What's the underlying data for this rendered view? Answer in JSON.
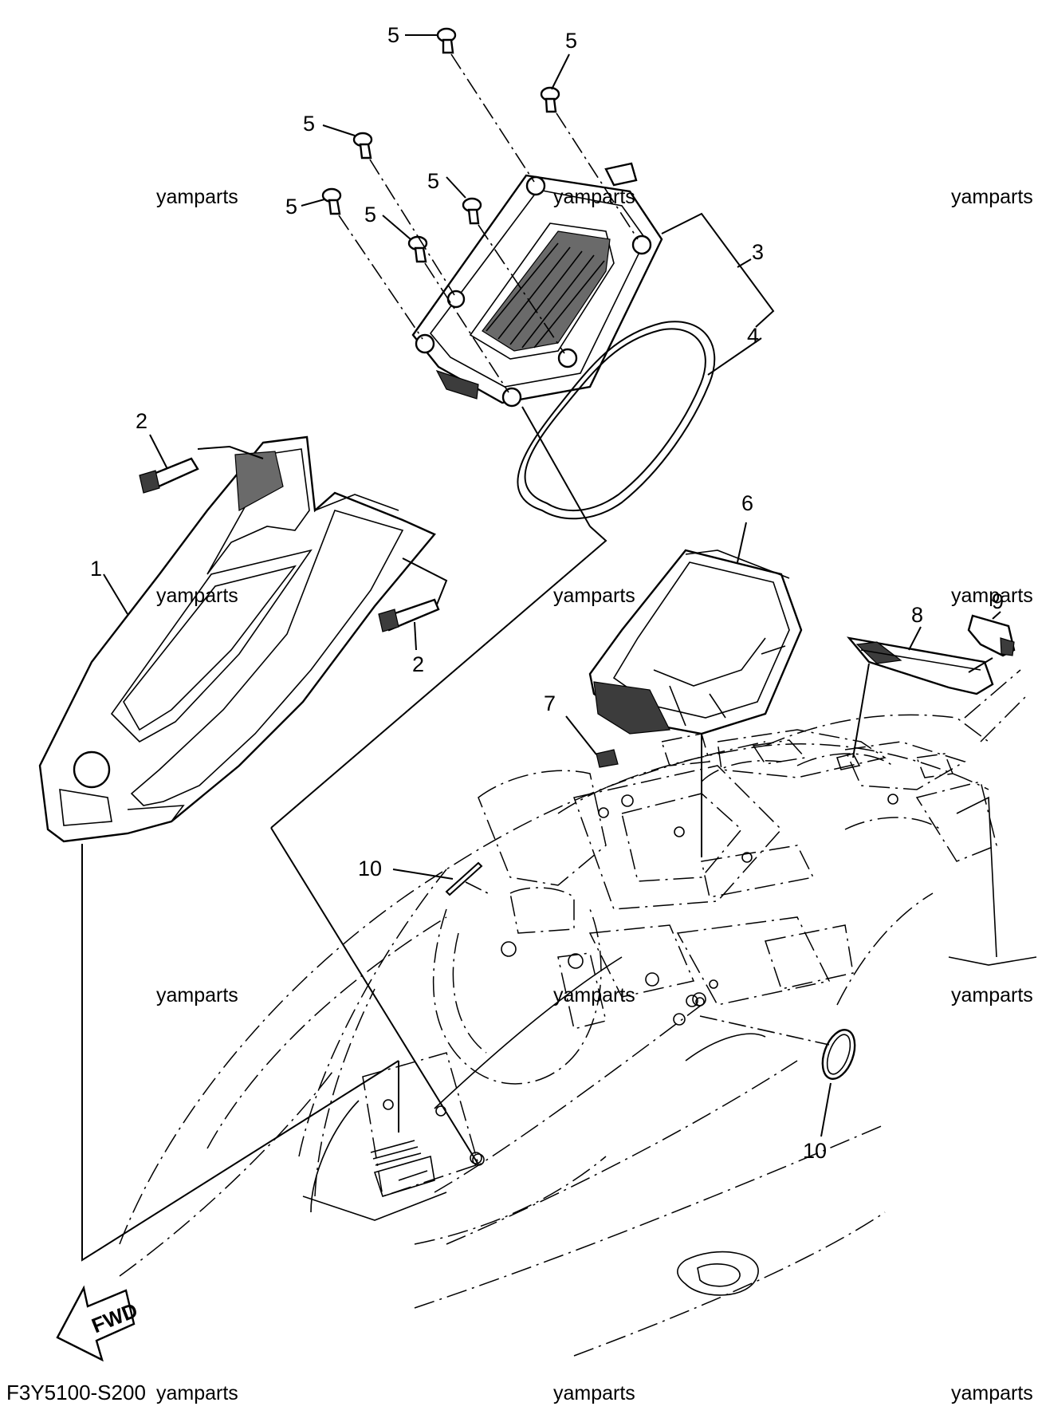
{
  "diagram": {
    "code": "F3Y5100-S200",
    "watermark": "yamparts",
    "direction_label": "FWD",
    "callouts": {
      "p1": "1",
      "p2a": "2",
      "p2b": "2",
      "p3": "3",
      "p4": "4",
      "p5a": "5",
      "p5b": "5",
      "p5c": "5",
      "p5d": "5",
      "p5e": "5",
      "p5f": "5",
      "p6": "6",
      "p7": "7",
      "p8": "8",
      "p9": "9",
      "p10a": "10",
      "p10b": "10"
    }
  }
}
